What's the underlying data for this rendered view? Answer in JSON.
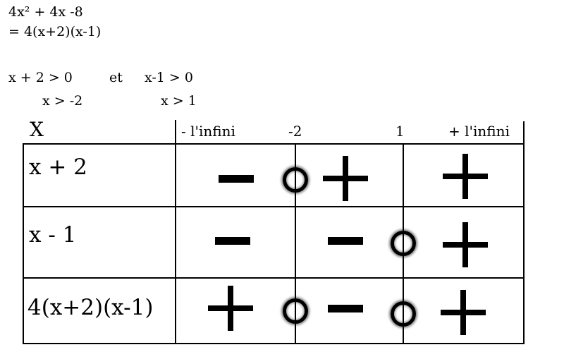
{
  "expression": {
    "line1": "4x² + 4x -8",
    "line2": "= 4(x+2)(x-1)"
  },
  "conditions": {
    "left": "x + 2 > 0",
    "connector": "et",
    "right": "x-1 > 0",
    "left_result": "x > -2",
    "right_result": "x > 1"
  },
  "table": {
    "header_label": "X",
    "header_values": [
      "- l'infini",
      "-2",
      "1",
      "+ l'infini"
    ],
    "rows": [
      {
        "label": "x + 2",
        "signs": [
          "-",
          "0",
          "+",
          "+"
        ]
      },
      {
        "label": "x - 1",
        "signs": [
          "-",
          "-",
          "0",
          "+"
        ]
      },
      {
        "label": "4(x+2)(x-1)",
        "signs": [
          "+",
          "0",
          "-",
          "0",
          "+"
        ]
      }
    ]
  }
}
